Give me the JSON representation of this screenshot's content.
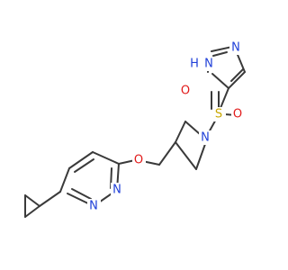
{
  "colors": {
    "bond": "#3a3a3a",
    "nitrogen": "#1f3fd8",
    "oxygen": "#e11a1a",
    "sulfur": "#c9a800",
    "background": "#ffffff"
  },
  "atoms": {
    "o_ether": "O",
    "o_sulfonyl_top": "O",
    "o_sulfonyl_bottom": "O",
    "s_sulfonyl": "S",
    "n_pyrrolidine": "N",
    "n_imidazole_nh": "N",
    "h_imidazole": "H",
    "n_imidazole": "N",
    "n_pyridazine_1": "N",
    "n_pyridazine_2": "N"
  }
}
